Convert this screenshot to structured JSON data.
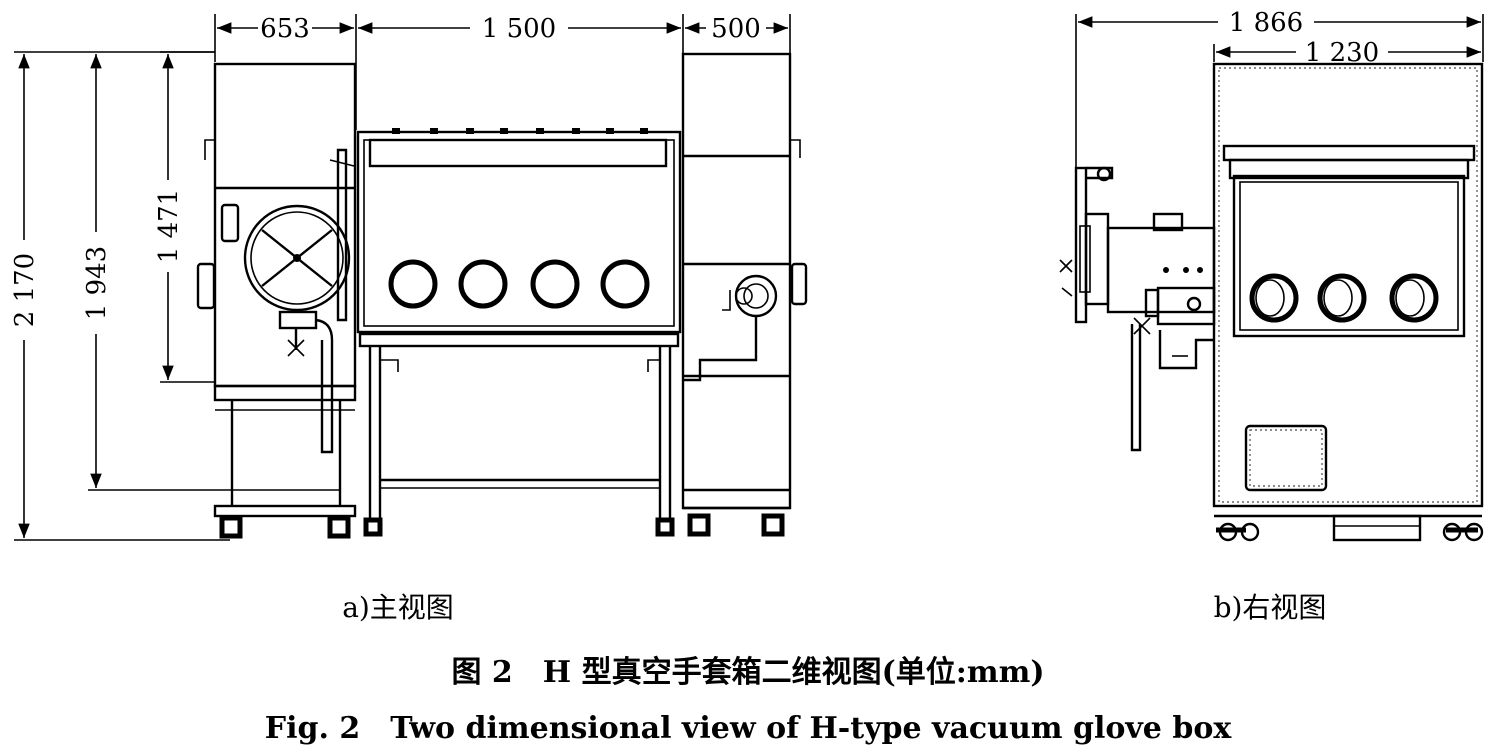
{
  "front_view": {
    "dims": {
      "width_left": "653",
      "width_middle": "1 500",
      "width_right": "500",
      "height_total": "2 170",
      "height_1943": "1 943",
      "height_1471": "1 471"
    },
    "caption": "a)主视图"
  },
  "side_view": {
    "dims": {
      "width_total": "1 866",
      "width_body": "1 230"
    },
    "caption": "b)右视图"
  },
  "figure": {
    "title_cn": "图 2　H 型真空手套箱二维视图(单位:mm)",
    "title_en": "Fig. 2　Two dimensional view of H-type vacuum glove box"
  }
}
